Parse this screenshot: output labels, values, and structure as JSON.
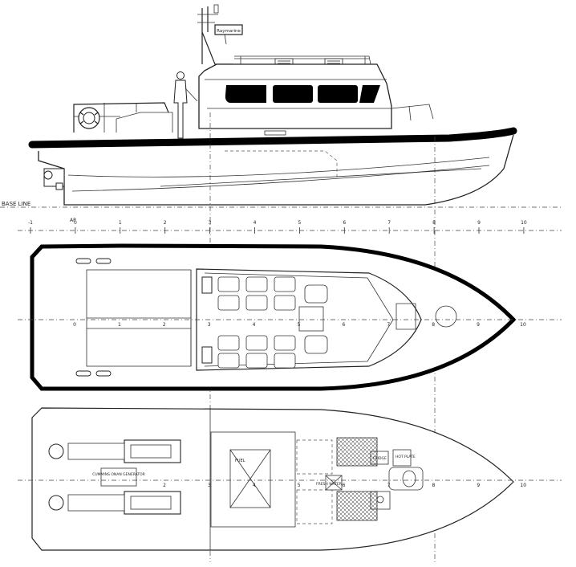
{
  "drawing": {
    "baseline_label": "BASE LINE",
    "ap_label": "AP",
    "station_labels": [
      "-1",
      "0",
      "1",
      "2",
      "3",
      "4",
      "5",
      "6",
      "7",
      "8",
      "9",
      "10"
    ],
    "plan_station_labels": [
      "0",
      "1",
      "2",
      "3",
      "4",
      "5",
      "6",
      "7",
      "8",
      "9",
      "10"
    ],
    "bottom_station_labels": [
      "2",
      "3",
      "4",
      "5",
      "6",
      "7",
      "8",
      "9",
      "10"
    ],
    "radar_text": "Raymarine",
    "generator_text": "CUMMINS ONAN GENERATOR",
    "fuel_text": "FUEL",
    "fresh_water_text": "FRESH WATER",
    "fridge_text": "FRIDGE",
    "hot_plate_text": "HOT PLATE"
  }
}
